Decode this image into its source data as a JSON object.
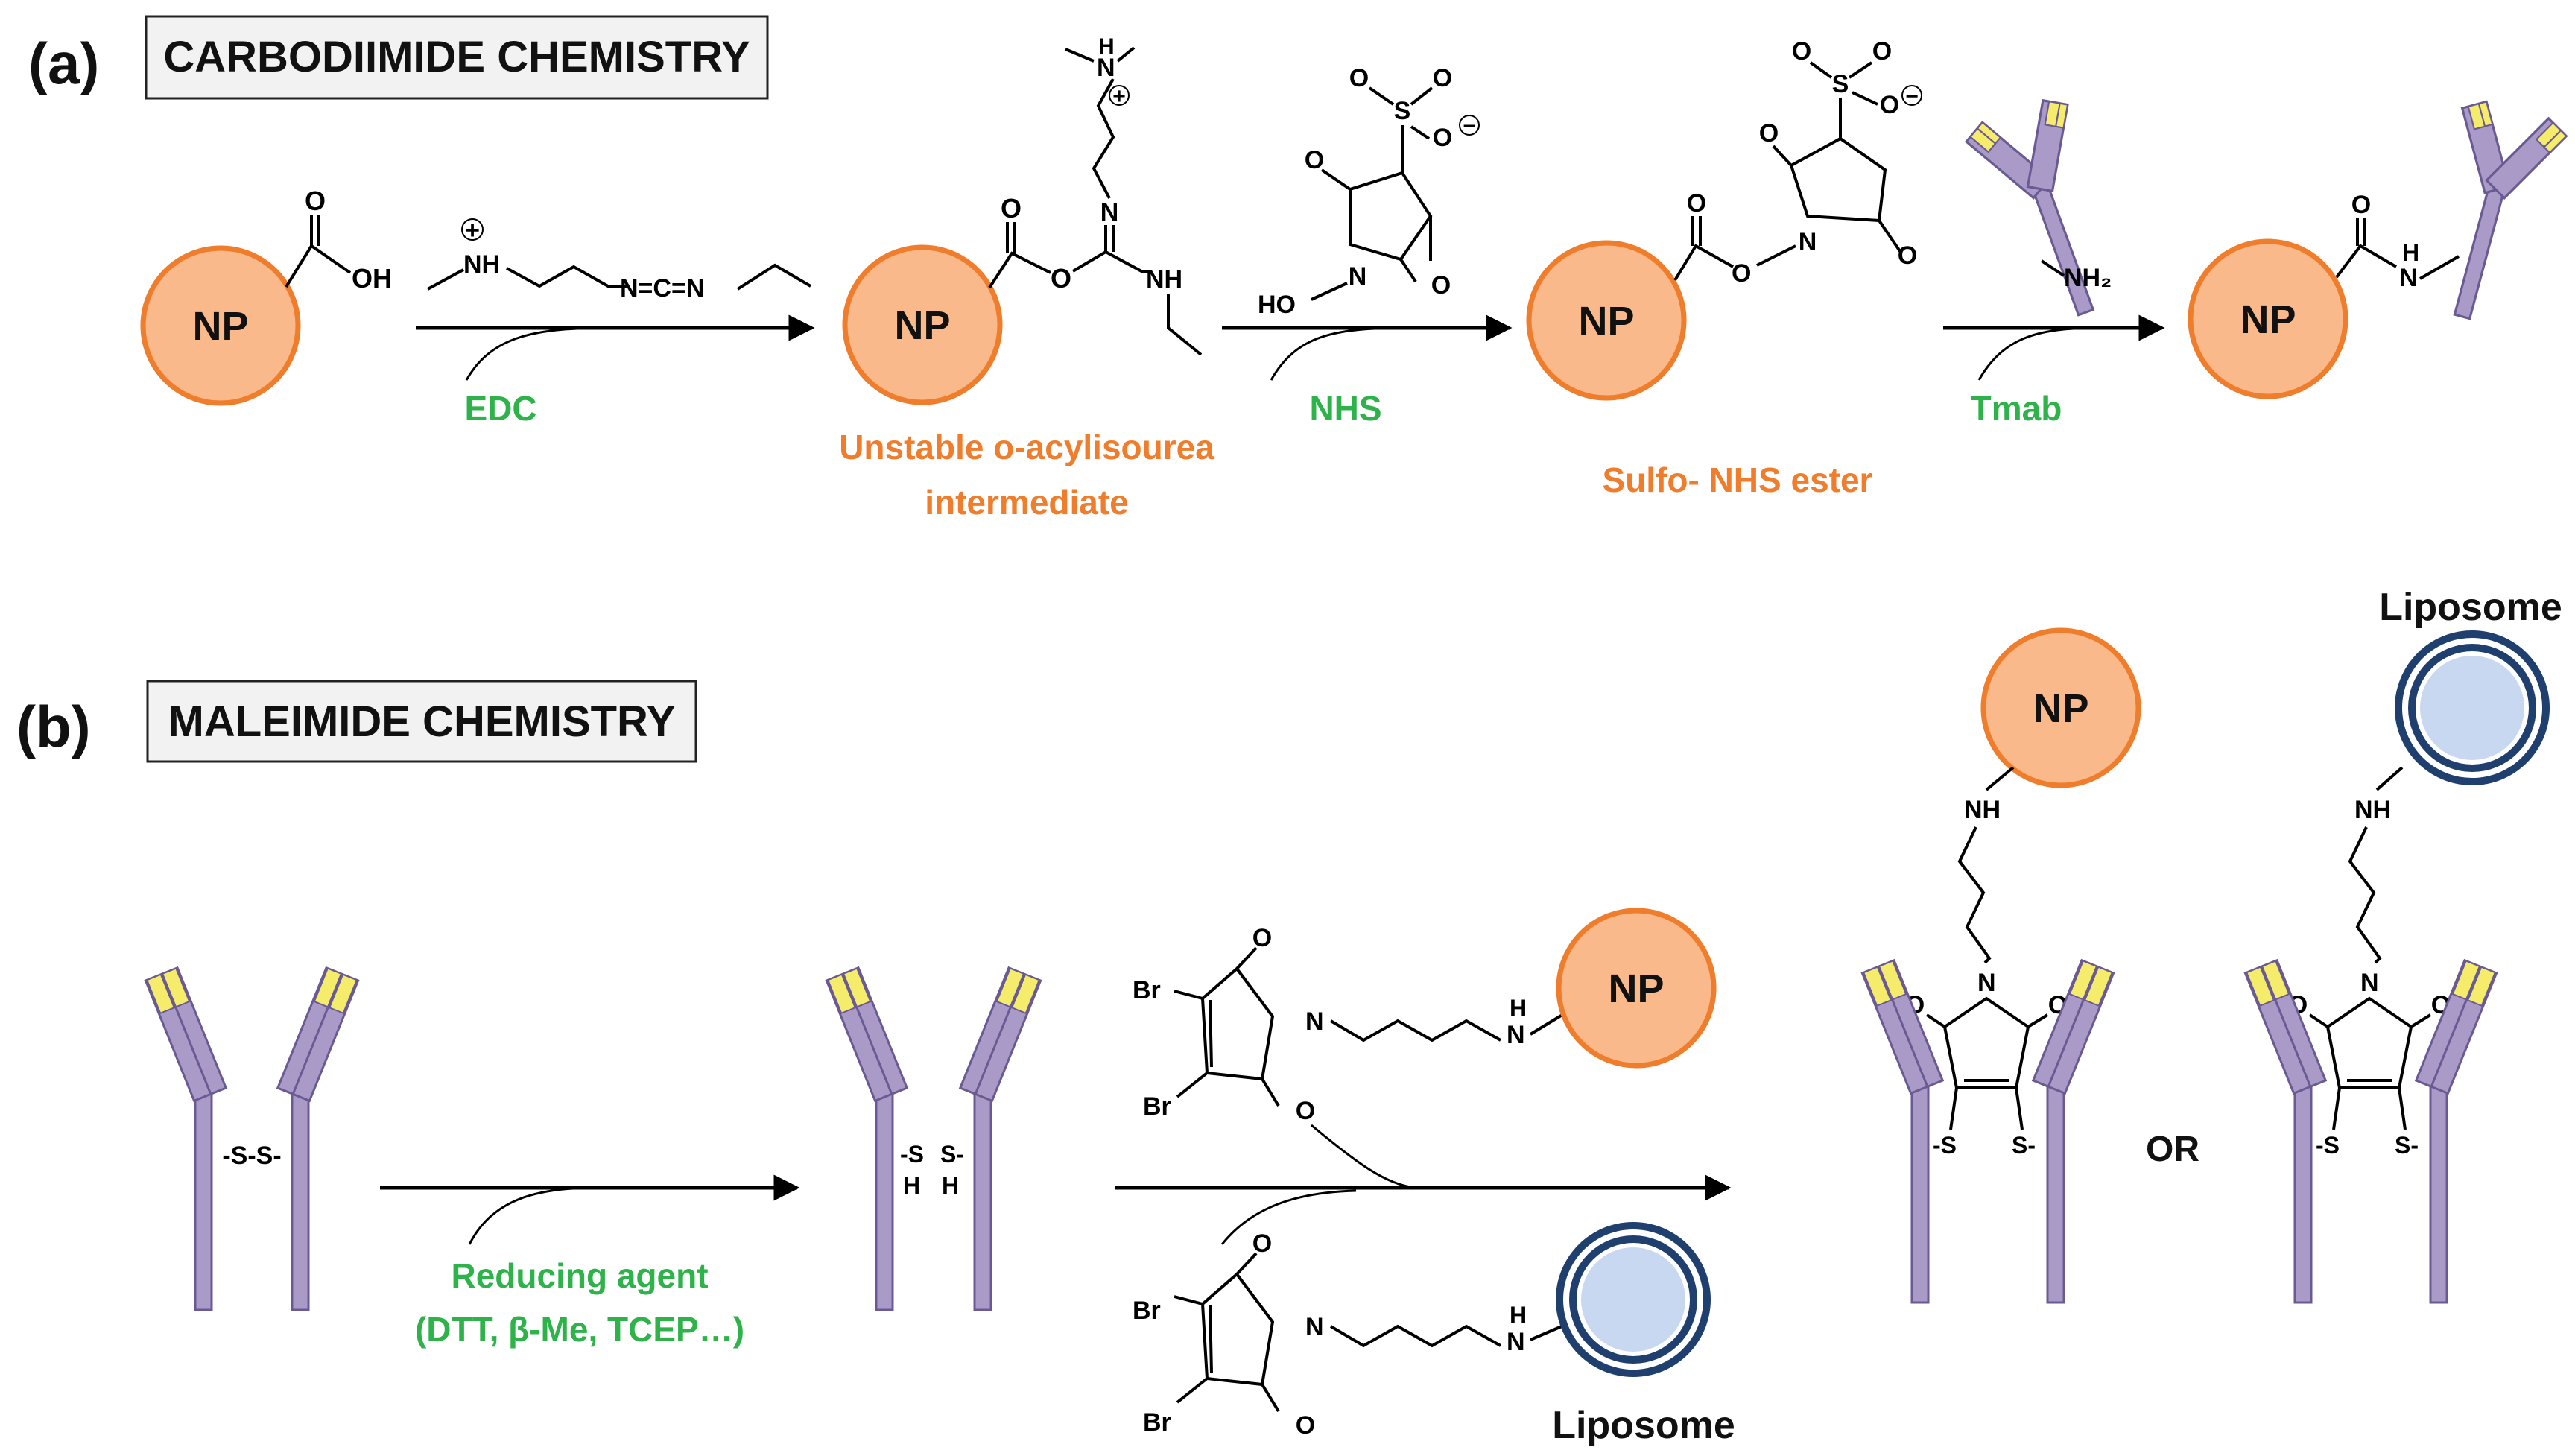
{
  "panel_a": {
    "letter": "(a)",
    "title": "CARBODIIMIDE CHEMISTRY",
    "np_label": "NP",
    "reagents": [
      "EDC",
      "NHS",
      "Tmab"
    ],
    "intermediates": {
      "acylisourea_line1": "Unstable o-acylisourea",
      "acylisourea_line2": "intermediate",
      "nhs_ester": "Sulfo- NHS ester"
    },
    "atoms": {
      "O": "O",
      "OH": "OH",
      "NH": "NH",
      "HO": "HO",
      "N": "N",
      "S": "S",
      "H": "H",
      "NH2": "NH₂",
      "carbodiimide": "N=C=N",
      "plus": "+",
      "minus": "−"
    }
  },
  "panel_b": {
    "letter": "(b)",
    "title": "MALEIMIDE CHEMISTRY",
    "np_label": "NP",
    "reagent_line1": "Reducing agent",
    "reagent_line2": "(DTT, β-Me, TCEP…)",
    "liposome_label": "Liposome",
    "or_label": "OR",
    "atoms": {
      "Br": "Br",
      "O": "O",
      "N": "N",
      "H": "H",
      "NH": "NH",
      "SS": "-S-S-",
      "S_left": "-S",
      "S_right": "S-",
      "S_left_h": "-S",
      "S_right_h": "S-"
    }
  },
  "colors": {
    "np_fill": "#f9b98a",
    "np_stroke": "#f07d2c",
    "reagent_text": "#2db34a",
    "intermediate_text": "#f07d2c",
    "antibody_fill": "#a99ac7",
    "antibody_stroke": "#6a5a94",
    "antibody_tip": "#f5ec6b",
    "liposome_outer": "#1f3f6e",
    "liposome_inner": "#c8d8f0"
  }
}
